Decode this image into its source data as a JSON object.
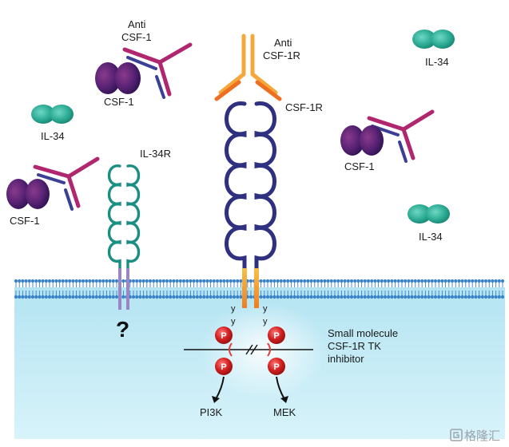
{
  "labels": {
    "anti_csf1": [
      "Anti",
      "CSF-1"
    ],
    "anti_csf1r": [
      "Anti",
      "CSF-1R"
    ],
    "csf1r": "CSF-1R",
    "il34r": "IL-34R",
    "csf1": "CSF-1",
    "il34": "IL-34",
    "question": "?",
    "phospho": "P",
    "tyrosine": "y",
    "inhibitor": [
      "Small molecule",
      "CSF-1R TK",
      "inhibitor"
    ],
    "pi3k": "PI3K",
    "mek": "MEK",
    "watermark": "格隆汇"
  },
  "colors": {
    "csf1_purple": "#5a2375",
    "antibody_magenta": "#b0266f",
    "antibody_navy": "#3b3f95",
    "il34_teal": "#2aa992",
    "il34r_teal": "#1c8f85",
    "csf1r_navy": "#2f3180",
    "anti_csf1r_orange": "#f29a2e",
    "phospho_red": "#c81e1e",
    "membrane_blue": "#3a82c8",
    "cytoplasm": "#c6ecf7"
  }
}
